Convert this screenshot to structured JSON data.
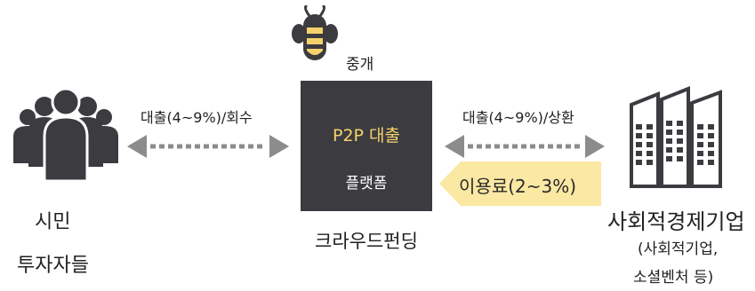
{
  "broker": {
    "label": "중개",
    "icon": "bee-icon"
  },
  "platform": {
    "line1": "P2P 대출",
    "line2": "플랫폼",
    "caption": "크라우드펀딩",
    "box_color": "#3c3b40",
    "accent_color": "#f5d26b"
  },
  "left_flow": {
    "label": "대출(4~9%)/회수"
  },
  "right_flow": {
    "label": "대출(4~9%)/상환"
  },
  "fee": {
    "label": "이용료(2~3%)",
    "color": "#fbe8a3"
  },
  "investors": {
    "line1": "시민",
    "line2": "투자자들",
    "icon": "people-group-icon"
  },
  "social_enterprise": {
    "title": "사회적경제기업",
    "sub1": "(사회적기업,",
    "sub2": "소셜벤처 등)",
    "icon": "buildings-icon"
  }
}
